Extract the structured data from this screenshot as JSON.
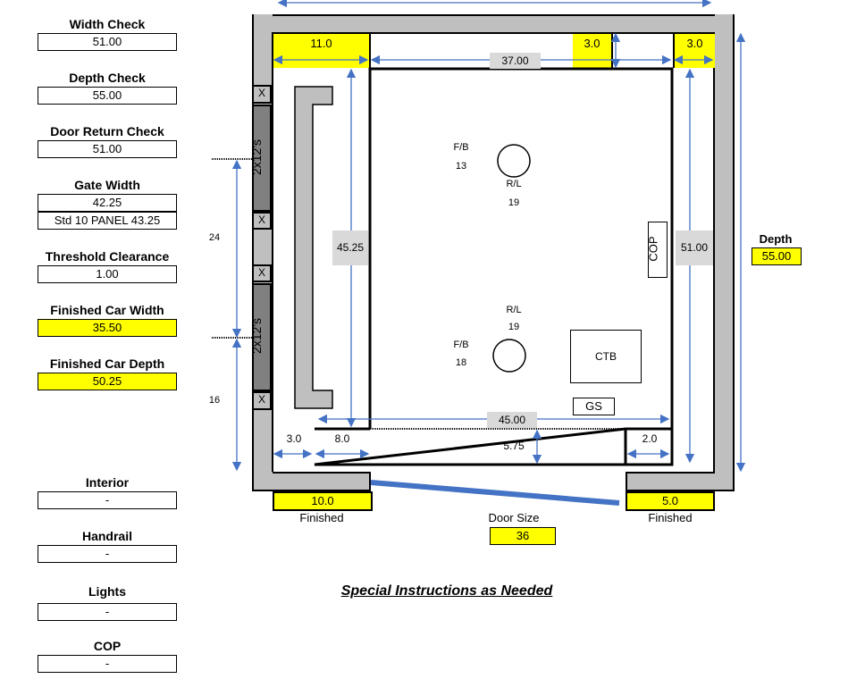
{
  "checks": {
    "width_check": {
      "label": "Width Check",
      "value": "51.00"
    },
    "depth_check": {
      "label": "Depth Check",
      "value": "55.00"
    },
    "door_return_check": {
      "label": "Door Return Check",
      "value": "51.00"
    },
    "gate_width": {
      "label": "Gate Width",
      "value": "42.25",
      "panel": "Std 10 PANEL 43.25"
    },
    "threshold_clearance": {
      "label": "Threshold Clearance",
      "value": "1.00"
    },
    "finished_car_width": {
      "label": "Finished Car Width",
      "value": "35.50"
    },
    "finished_car_depth": {
      "label": "Finished Car Depth",
      "value": "50.25"
    },
    "interior": {
      "label": "Interior",
      "value": "-"
    },
    "handrail": {
      "label": "Handrail",
      "value": "-"
    },
    "lights": {
      "label": "Lights",
      "value": "-"
    },
    "cop": {
      "label": "COP",
      "value": "-"
    }
  },
  "diagram": {
    "top_left_return": "11.0",
    "top_width": "37.00",
    "top_mid": "3.0",
    "top_right": "3.0",
    "left_depth": "45.25",
    "right_depth": "51.00",
    "bottom_width": "45.00",
    "sill_left": "3.0",
    "sill_left2": "8.0",
    "sill_depth": "5.75",
    "sill_right": "2.0",
    "studs": "2x12's",
    "x_mark": "X",
    "dim_24": "24",
    "dim_16": "16",
    "light1": {
      "fb_label": "F/B",
      "fb": "13",
      "rl_label": "R/L",
      "rl": "19"
    },
    "light2": {
      "fb_label": "F/B",
      "fb": "18",
      "rl_label": "R/L",
      "rl": "19"
    },
    "cop": "COP",
    "ctb": "CTB",
    "gs": "GS",
    "depth_label": "Depth",
    "depth_value": "55.00",
    "finished_left": "10.0",
    "finished_right": "5.0",
    "finished_label": "Finished",
    "door_size_label": "Door Size",
    "door_size": "36"
  },
  "special_instructions": "Special Instructions as Needed",
  "colors": {
    "yellow": "#ffff00",
    "wall": "#bfbfbf",
    "arrow": "#4472c4"
  }
}
